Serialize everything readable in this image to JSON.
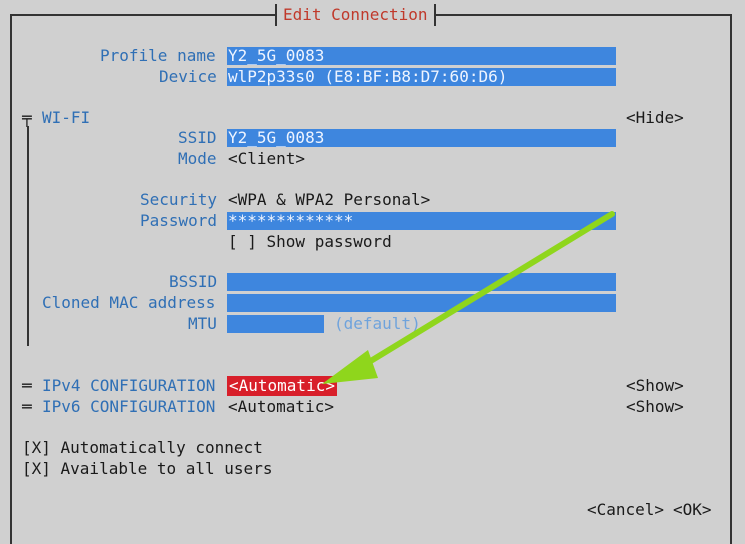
{
  "dialog": {
    "title": "Edit Connection"
  },
  "profile": {
    "profile_name_label": "Profile name",
    "profile_name_value": "Y2_5G_0083",
    "device_label": "Device",
    "device_value": "wlP2p33s0 (E8:BF:B8:D7:60:D6)"
  },
  "wifi": {
    "section_label": "WI-FI",
    "toggle": "<Hide>",
    "ssid_label": "SSID",
    "ssid_value": "Y2_5G_0083",
    "mode_label": "Mode",
    "mode_value": "<Client>",
    "security_label": "Security",
    "security_value": "<WPA & WPA2 Personal>",
    "password_label": "Password",
    "password_value": "*************",
    "show_password": "[ ] Show password",
    "bssid_label": "BSSID",
    "bssid_value": "",
    "cloned_mac_label": "Cloned MAC address",
    "cloned_mac_value": "",
    "mtu_label": "MTU",
    "mtu_value": "",
    "mtu_hint": "(default)"
  },
  "ipv4": {
    "label": "IPv4 CONFIGURATION",
    "value": "<Automatic>",
    "toggle": "<Show>"
  },
  "ipv6": {
    "label": "IPv6 CONFIGURATION",
    "value": "<Automatic>",
    "toggle": "<Show>"
  },
  "options": {
    "auto_connect": "[X] Automatically connect",
    "all_users": "[X] Available to all users"
  },
  "buttons": {
    "cancel": "<Cancel>",
    "ok": "<OK>"
  },
  "colors": {
    "background": "#d0d0d0",
    "label_blue": "#2f6fb5",
    "field_blue": "#3e86de",
    "title_red": "#c0392b",
    "highlight_red": "#d81f2a",
    "arrow_green": "#8fd61c"
  }
}
